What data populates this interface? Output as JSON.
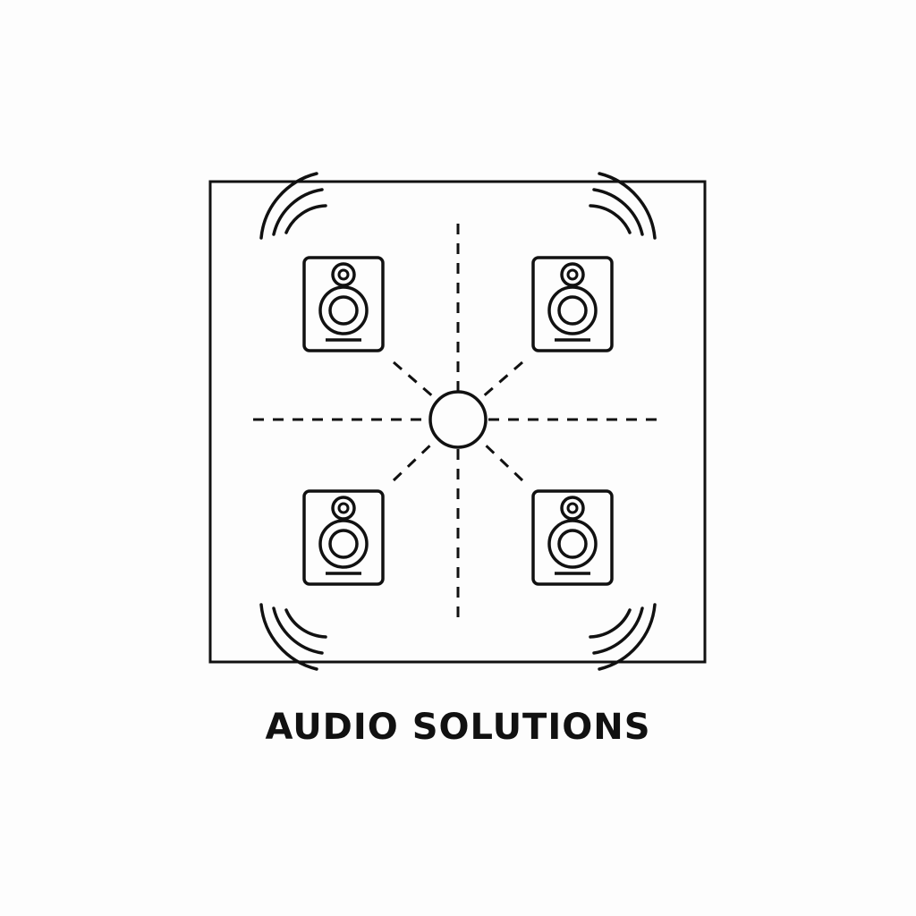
{
  "title": "AUDIO SOLUTIONS",
  "colors": {
    "stroke": "#111111",
    "background": "#fdfdfd"
  },
  "diagram": {
    "frame": "square-room",
    "center": "listener-circle",
    "speakers": [
      {
        "position": "top-left",
        "waves": "upper-left"
      },
      {
        "position": "top-right",
        "waves": "upper-right"
      },
      {
        "position": "bottom-left",
        "waves": "lower-left"
      },
      {
        "position": "bottom-right",
        "waves": "lower-right"
      }
    ],
    "guides": "dashed cross and diagonals"
  }
}
